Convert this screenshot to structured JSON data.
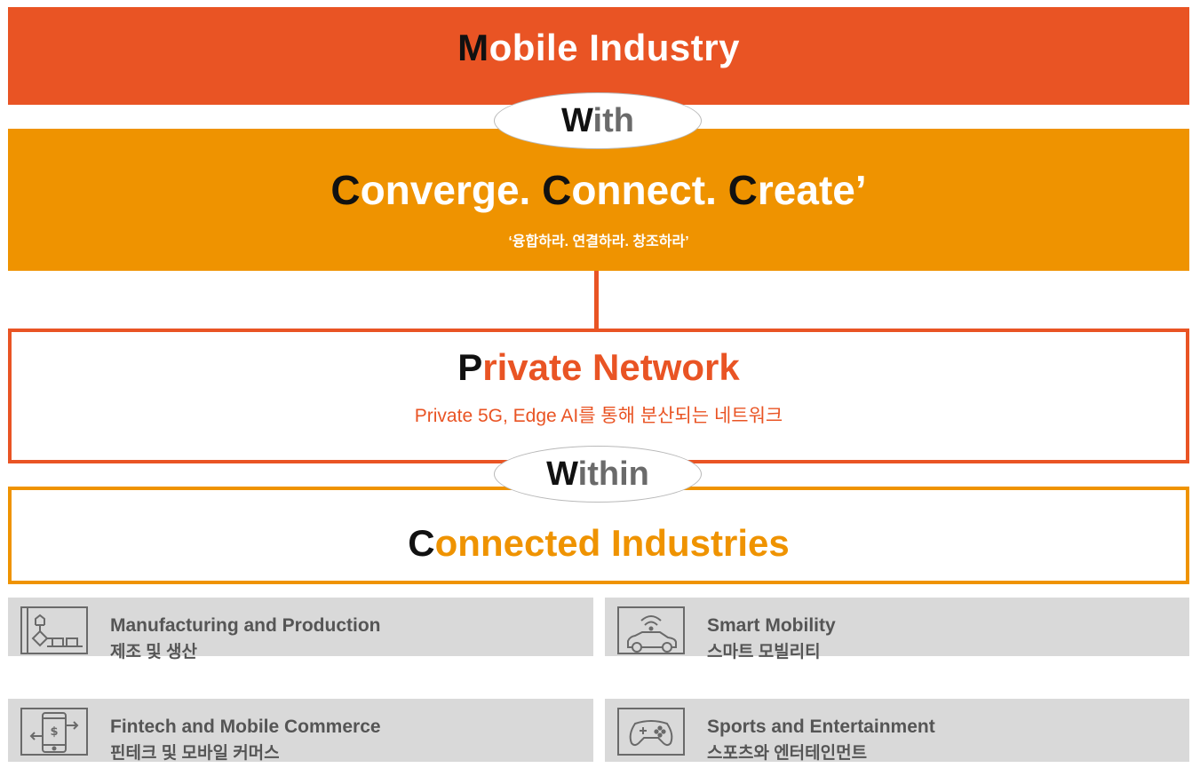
{
  "top_banner": {
    "cap": "M",
    "rest": "obile Industry",
    "color": "#e95424"
  },
  "with_oval": {
    "cap": "W",
    "rest": "ith"
  },
  "converge": {
    "cap1": "C",
    "rest1": "onverge. ",
    "cap2": "C",
    "rest2": "onnect. ",
    "cap3": "C",
    "rest3": "reate’",
    "subtitle": "‘융합하라. 연결하라. 창조하라’",
    "color": "#ef9300"
  },
  "private_network": {
    "cap": "P",
    "rest": "rivate Network",
    "subtitle": "Private 5G, Edge AI를 통해 분산되는 네트워크"
  },
  "within_oval": {
    "cap": "W",
    "rest": "ithin"
  },
  "connected_industries": {
    "cap": "C",
    "rest": "onnected Industries"
  },
  "industries": [
    {
      "en": "Manufacturing and Production",
      "ko": "제조 및 생산",
      "icon": "factory-icon"
    },
    {
      "en": "Smart Mobility",
      "ko": "스마트 모빌리티",
      "icon": "connected-car-icon"
    },
    {
      "en": "Fintech and Mobile Commerce",
      "ko": "핀테크 및 모바일 커머스",
      "icon": "mobile-payment-icon"
    },
    {
      "en": "Sports and Entertainment",
      "ko": "스포츠와 엔터테인먼트",
      "icon": "gamepad-icon"
    }
  ]
}
